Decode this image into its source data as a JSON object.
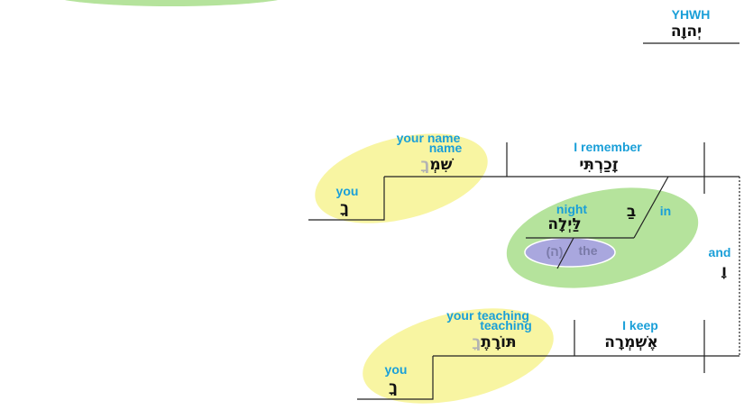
{
  "colors": {
    "gloss": "#1a9fd8",
    "hebrew": "#111111",
    "suffix_highlight": "#b3b3b3",
    "yellow_blob": "#f8f5a2",
    "green_blob": "#b5e39c",
    "purple_blob": "#a9a7de"
  },
  "top_label": {
    "gloss": "YHWH",
    "hebrew": "יְהוָה"
  },
  "line1": {
    "verb": {
      "gloss": "I remember",
      "hebrew": "זָכַרְתִּי"
    },
    "object": {
      "gloss1": "your name",
      "gloss2": "name",
      "hebrew_base": "שִׁמְ",
      "hebrew_suffix": "ךָ"
    },
    "possessor": {
      "gloss": "you",
      "hebrew": "ךָ"
    },
    "prep": {
      "gloss": "in",
      "hebrew": "בַ"
    },
    "time": {
      "gloss": "night",
      "hebrew": "לַּיְלָה"
    },
    "article": {
      "gloss": "the",
      "hebrew": "(ה)"
    }
  },
  "conjunction": {
    "gloss": "and",
    "hebrew": "וָ"
  },
  "line2": {
    "verb": {
      "gloss": "I keep",
      "hebrew": "אֶשְׁמְרָה"
    },
    "object": {
      "gloss1": "your teaching",
      "gloss2": "teaching",
      "hebrew_base": "תּוֹרָתֶ",
      "hebrew_suffix": "ךָ"
    },
    "possessor": {
      "gloss": "you",
      "hebrew": "ךָ"
    }
  }
}
